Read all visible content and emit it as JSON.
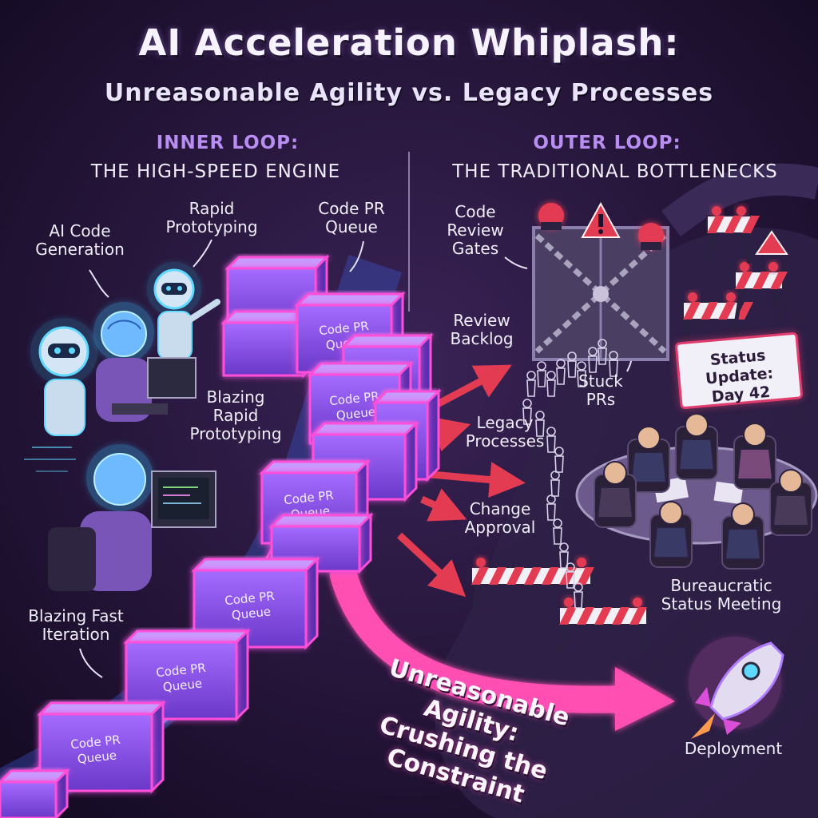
{
  "header": {
    "title": "AI Acceleration Whiplash:",
    "subtitle": "Unreasonable Agility vs. Legacy Processes"
  },
  "inner_loop": {
    "heading": "INNER LOOP:",
    "subheading": "THE HIGH-SPEED ENGINE",
    "labels": {
      "ai_code_generation": "AI Code\nGeneration",
      "rapid_prototyping": "Rapid\nPrototyping",
      "code_pr_queue": "Code PR\nQueue",
      "blazing_rapid_prototyping": "Blazing\nRapid\nPrototyping",
      "blazing_fast_iteration": "Blazing Fast\nIteration"
    },
    "box_label": "Code PR\nQueue"
  },
  "outer_loop": {
    "heading": "OUTER LOOP:",
    "subheading": "THE TRADITIONAL BOTTLENECKS",
    "labels": {
      "code_review_gates": "Code\nReview\nGates",
      "review_backlog": "Review\nBacklog",
      "stuck_prs": "Stuck\nPRs",
      "legacy_processes": "Legacy\nProcesses",
      "change_approval": "Change\nApproval",
      "bureaucratic_status_meeting": "Bureaucratic\nStatus Meeting"
    },
    "status_sign": "Status Update:\nDay 42",
    "deployment": "Deployment"
  },
  "callout": "Unreasonable Agility:\nCrushing the Constraint",
  "colors": {
    "background": "#1d1130",
    "neon_pink": "#ff4fd8",
    "neon_purple": "#9b5cff",
    "alert_red": "#e33b52",
    "heading_purple": "#b98ef2"
  }
}
